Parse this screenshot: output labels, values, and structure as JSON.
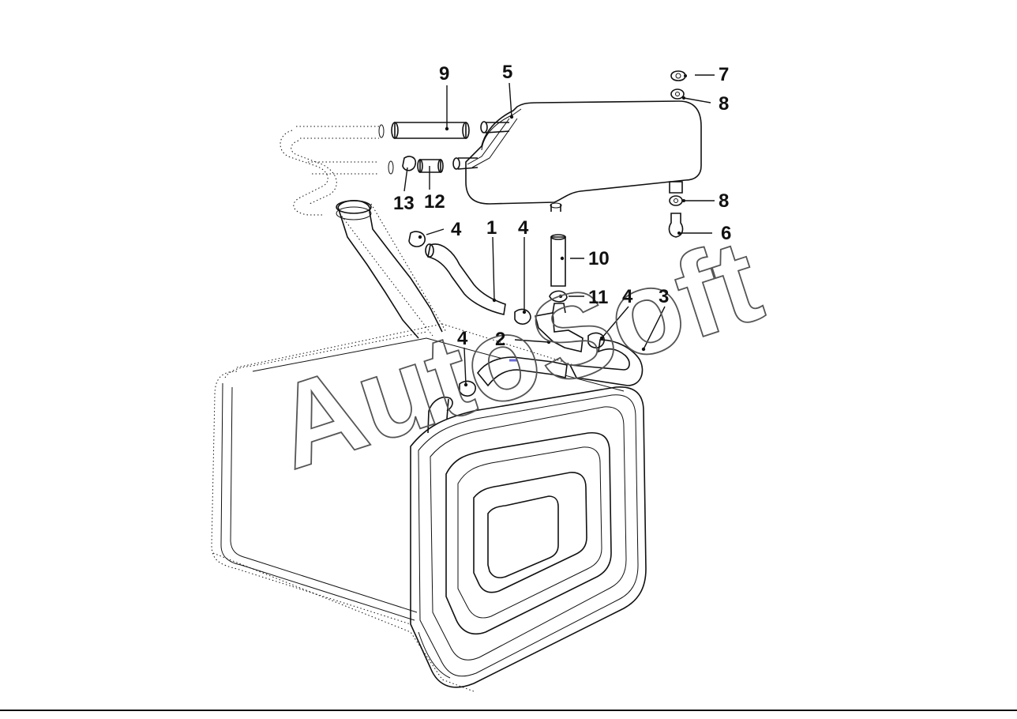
{
  "diagram": {
    "labels": {
      "p1": "1",
      "p2": "2",
      "p3": "3",
      "p4a": "4",
      "p4b": "4",
      "p4c": "4",
      "p4d": "4",
      "p5": "5",
      "p6": "6",
      "p7": "7",
      "p8a": "8",
      "p8b": "8",
      "p9": "9",
      "p10": "10",
      "p11": "11",
      "p12": "12",
      "p13": "13"
    },
    "watermark": "AutoSoft"
  }
}
